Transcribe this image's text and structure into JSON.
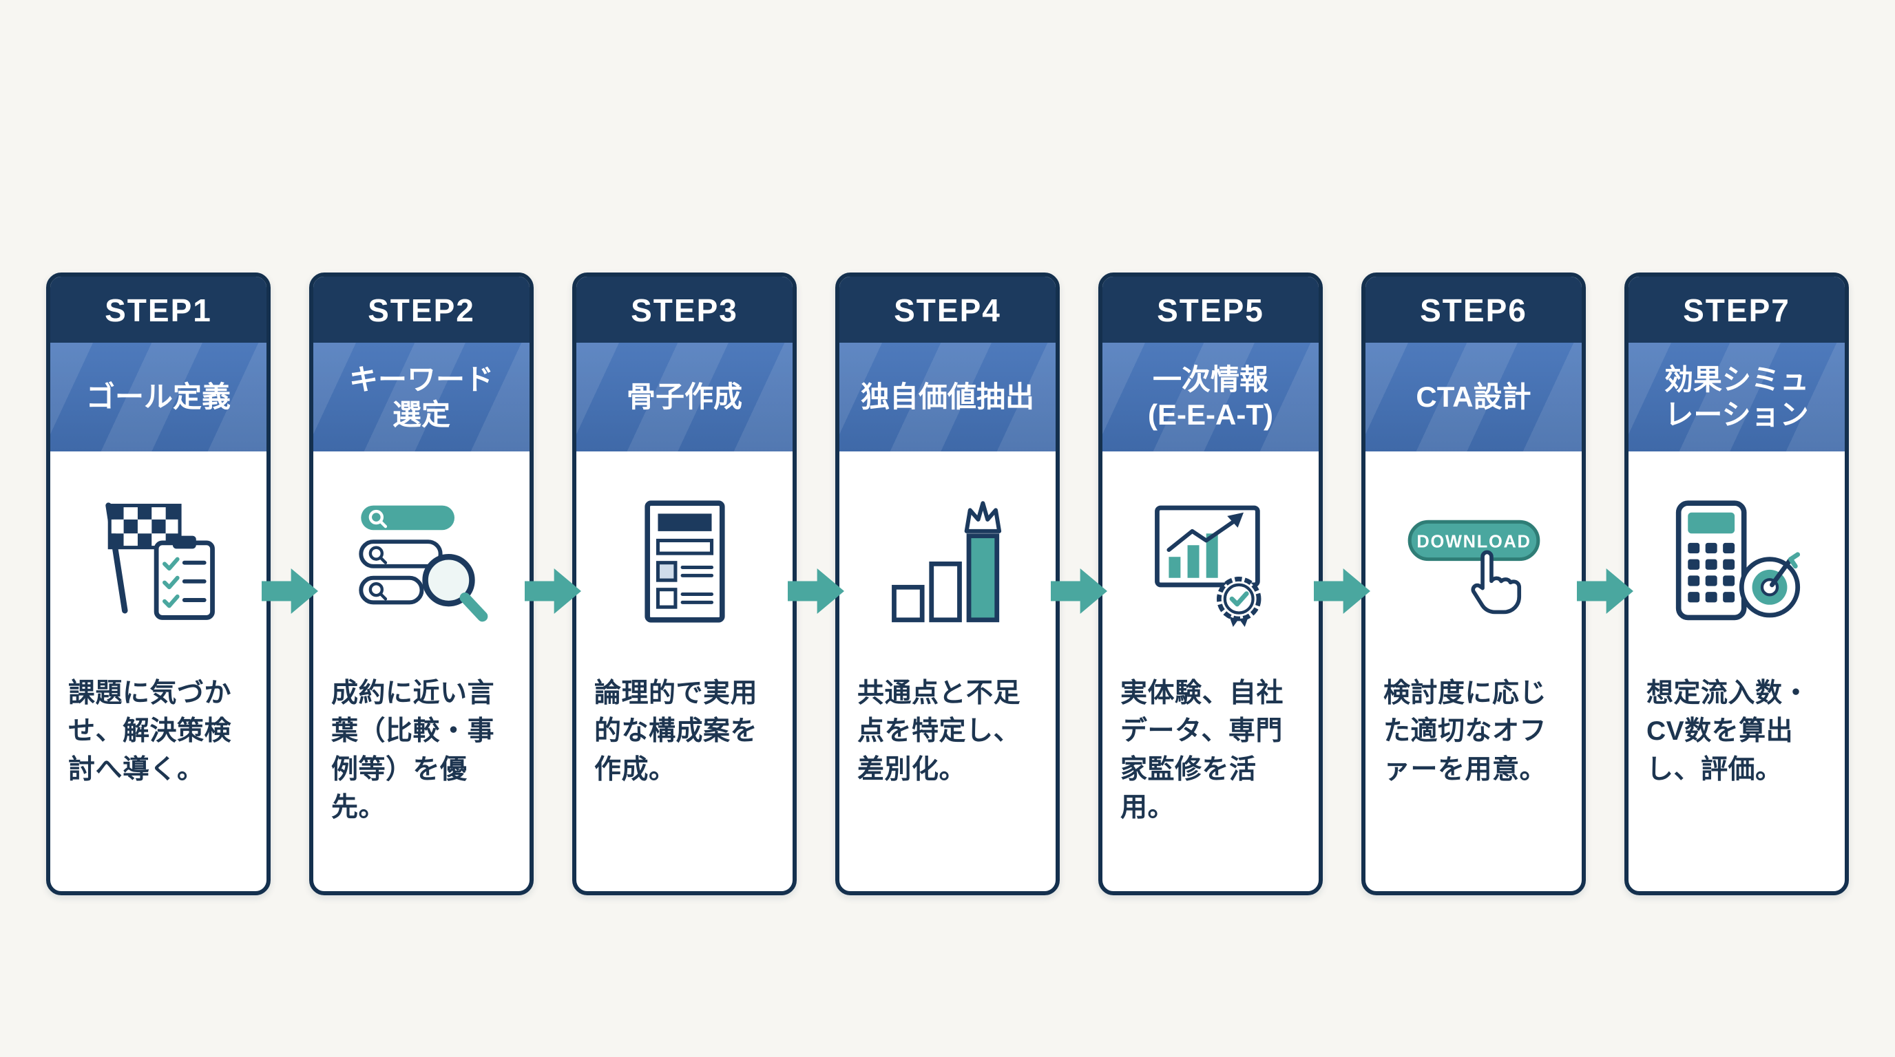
{
  "colors": {
    "header_navy": "#1c3a5e",
    "subheader_blue": "#4271b4",
    "accent_teal": "#4aa79f",
    "border_navy": "#14304e",
    "text_navy": "#1d3550",
    "background": "#f7f6f2"
  },
  "steps": [
    {
      "step_label": "STEP1",
      "title": "ゴール定義",
      "description": "課題に気づかせ、解決策検討へ導く。",
      "icon": "flag-checklist-icon"
    },
    {
      "step_label": "STEP2",
      "title": "キーワード\n選定",
      "description": "成約に近い言葉（比較・事例等）を優先。",
      "icon": "keyword-search-icon"
    },
    {
      "step_label": "STEP3",
      "title": "骨子作成",
      "description": "論理的で実用的な構成案を作成。",
      "icon": "document-outline-icon"
    },
    {
      "step_label": "STEP4",
      "title": "独自価値抽出",
      "description": "共通点と不足点を特定し、差別化。",
      "icon": "bar-chart-crown-icon"
    },
    {
      "step_label": "STEP5",
      "title": "一次情報\n(E-E-A-T)",
      "description": "実体験、自社データ、専門家監修を活用。",
      "icon": "chart-award-badge-icon"
    },
    {
      "step_label": "STEP6",
      "title": "CTA設計",
      "description": "検討度に応じた適切なオファーを用意。",
      "icon": "download-button-cursor-icon",
      "icon_label": "DOWNLOAD"
    },
    {
      "step_label": "STEP7",
      "title": "効果シミュ\nレーション",
      "description": "想定流入数・CV数を算出し、評価。",
      "icon": "calculator-target-icon"
    }
  ]
}
